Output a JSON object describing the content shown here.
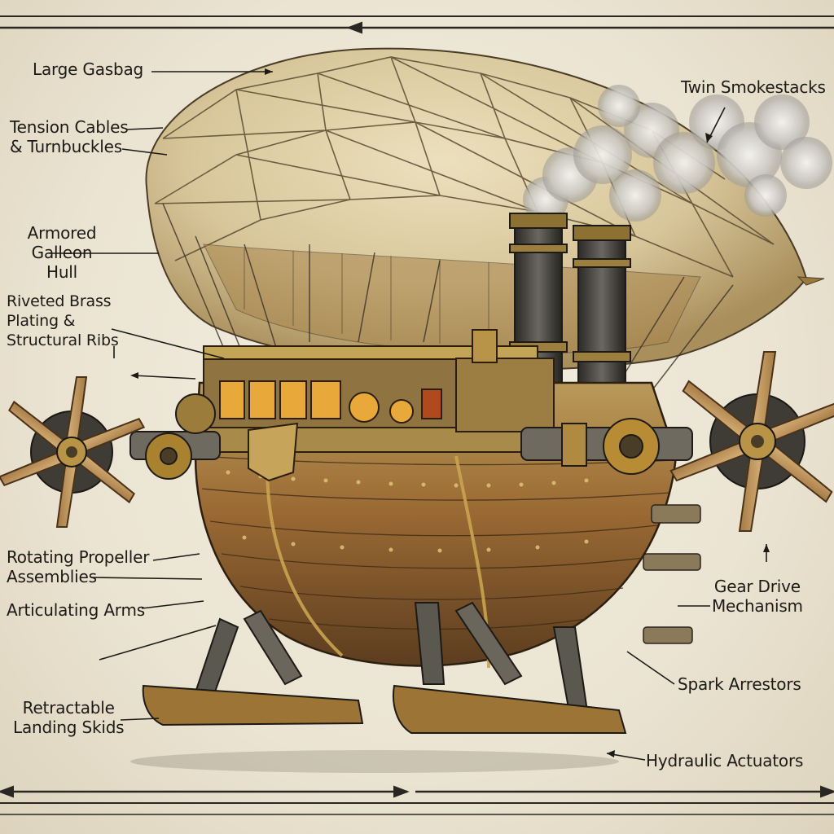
{
  "labels": {
    "gasbag": "Large Gasbag",
    "tension_cables": "Tension Cables\n& Turnbuckles",
    "hull": "Armored Galleon\nHull",
    "plating": "Riveted Brass\nPlating &\nStructural Ribs",
    "smokestacks": "Twin Smokestacks",
    "propellers": "Rotating Propeller\nAssemblies",
    "arms": "Articulating Arms",
    "skids": "Retractable\nLanding Skids",
    "gear_drive": "Gear Drive\nMechanism",
    "spark_arrestors": "Spark Arrestors",
    "hydraulic": "Hydraulic Actuators"
  },
  "colors": {
    "paper": "#ede7d7",
    "ink": "#1c1a16",
    "canvas": "#d8c9a2",
    "brass": "#b08a3e",
    "wood": "#8a5a2c",
    "iron": "#3c3a36",
    "propeller": "#c9a06a"
  }
}
